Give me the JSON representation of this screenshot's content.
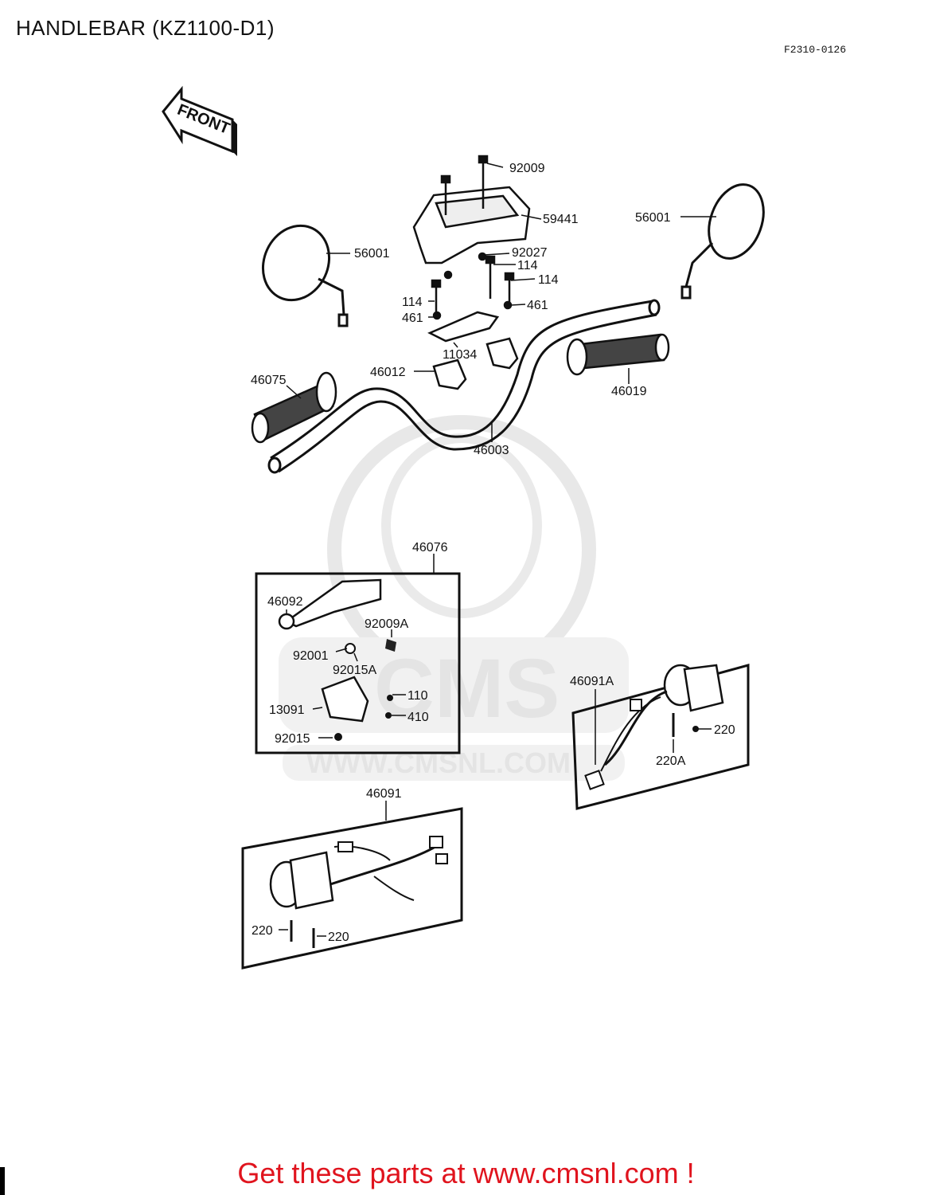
{
  "title": "HANDLEBAR (KZ1100-D1)",
  "diagram_code": "F2310-0126",
  "front_label": "FRONT",
  "watermark": {
    "brand": "CMS",
    "url": "WWW.CMSNL.COM"
  },
  "footer": {
    "text": "Get these parts at www.cmsnl.com !",
    "color": "#e0141e"
  },
  "parts": {
    "p92009": "92009",
    "p59441": "59441",
    "p56001_right": "56001",
    "p56001_left": "56001",
    "p92027": "92027",
    "p114_a": "114",
    "p114_b": "114",
    "p114_c": "114",
    "p461_a": "461",
    "p461_b": "461",
    "p11034": "11034",
    "p46012": "46012",
    "p46075": "46075",
    "p46019": "46019",
    "p46003": "46003",
    "p46076": "46076",
    "p46092": "46092",
    "p92009A": "92009A",
    "p92001": "92001",
    "p92015A": "92015A",
    "p110": "110",
    "p13091": "13091",
    "p410": "410",
    "p92015": "92015",
    "p46091A": "46091A",
    "p220_r": "220",
    "p220A": "220A",
    "p46091": "46091",
    "p220_l1": "220",
    "p220_l2": "220"
  }
}
